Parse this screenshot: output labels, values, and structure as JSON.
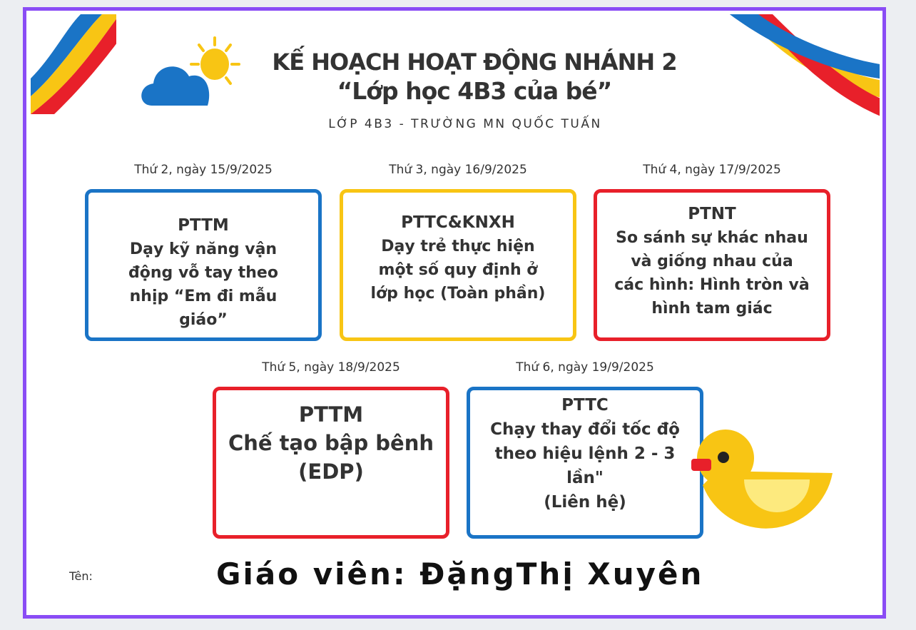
{
  "header": {
    "title_line1": "KẾ HOẠCH HOẠT ĐỘNG NHÁNH 2",
    "title_line2": "“Lớp học 4B3 của bé”",
    "subtitle": "LỚP 4B3 - TRƯỜNG MN QUỐC TUẤN"
  },
  "colors": {
    "frame": "#8a4cf5",
    "blue": "#1a74c6",
    "yellow": "#f8c514",
    "red": "#e8202a"
  },
  "days": [
    {
      "date": "Thứ 2, ngày 15/9/2025",
      "subject": "PTTM",
      "lines": [
        "Dạy kỹ năng vận",
        "động vỗ tay theo",
        "nhịp “Em đi mẫu",
        "giáo”"
      ]
    },
    {
      "date": "Thứ 3, ngày 16/9/2025",
      "subject": "PTTC&KNXH",
      "lines": [
        "Dạy trẻ thực hiện",
        "một số quy định ở",
        "lớp học (Toàn phần)"
      ]
    },
    {
      "date": "Thứ 4, ngày 17/9/2025",
      "subject": "PTNT",
      "lines": [
        "So sánh sự khác nhau",
        "và giống nhau của",
        "các hình: Hình tròn và",
        "hình tam giác"
      ]
    },
    {
      "date": "Thứ 5, ngày 18/9/2025",
      "subject": "PTTM",
      "lines": [
        "Chế tạo bập bênh",
        "(EDP)"
      ]
    },
    {
      "date": "Thứ 6, ngày 19/9/2025",
      "subject": "PTTC",
      "lines": [
        "Chạy thay đổi tốc độ",
        "theo hiệu lệnh 2 - 3",
        "lần\"",
        "(Liên hệ)"
      ]
    }
  ],
  "footer": {
    "name_label": "Tên:",
    "teacher": "Giáo viên: ĐặngThị Xuyên"
  }
}
